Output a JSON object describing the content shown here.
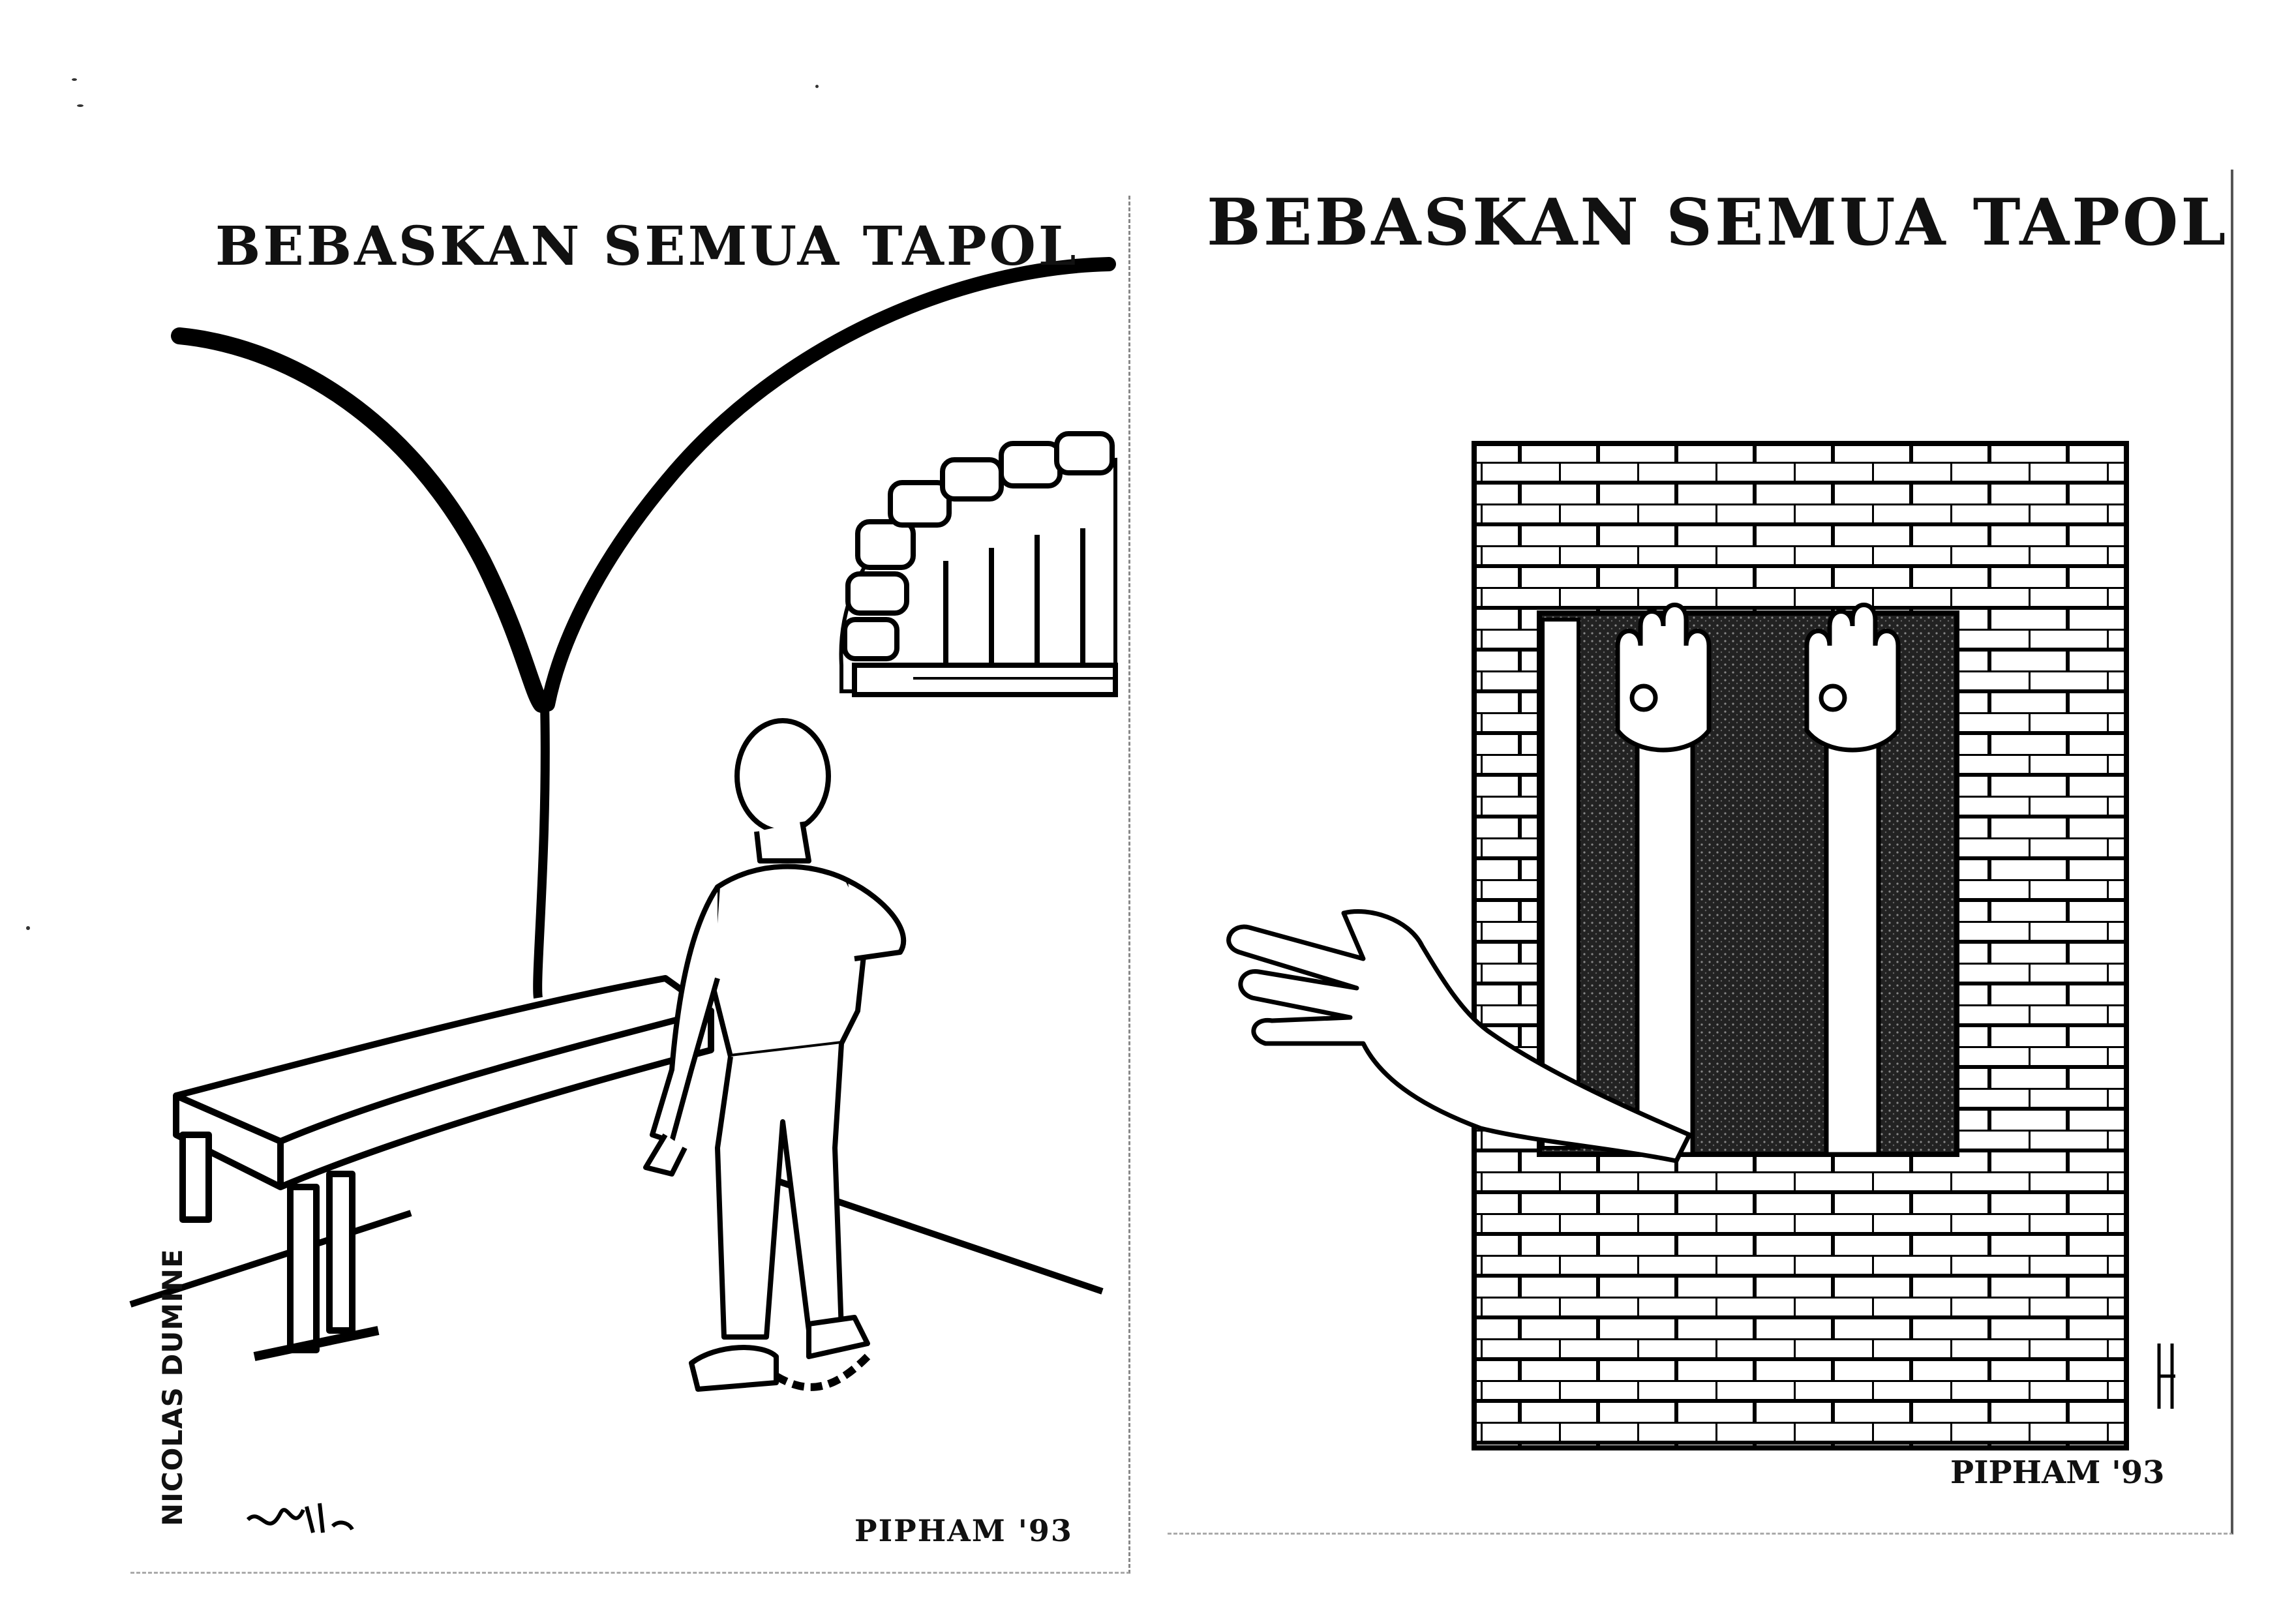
{
  "posters": {
    "left": {
      "title": "BEBASKAN SEMUA TAPOL",
      "artist": "NICOLAS DUMINE",
      "credit": "PIPHAM '93",
      "signature_text": "Ni'"
    },
    "right": {
      "title": "BEBASKAN SEMUA TAPOL",
      "credit": "PIPHAM '93"
    }
  }
}
